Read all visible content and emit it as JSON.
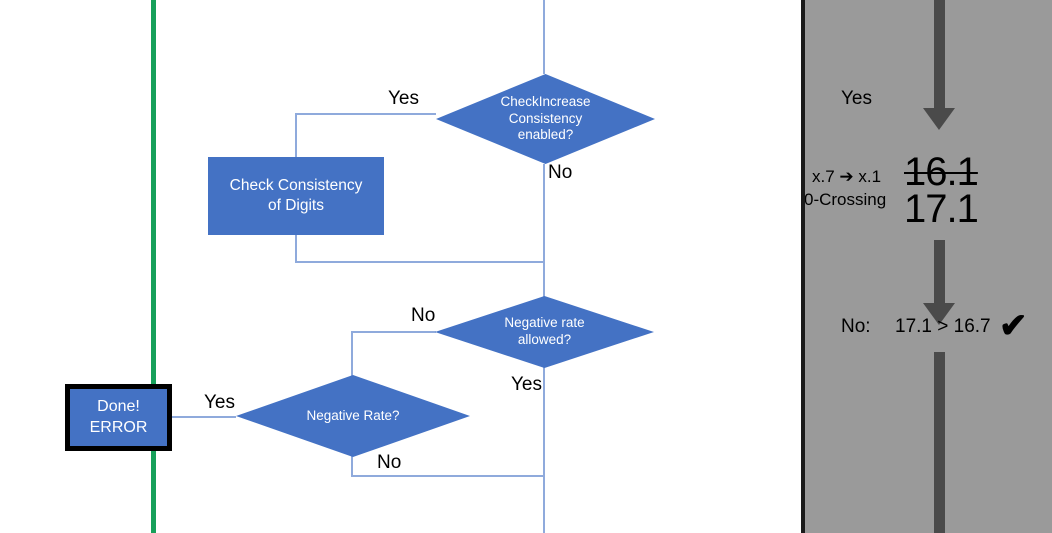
{
  "flowchart": {
    "decisions": [
      {
        "id": "check-increase-consistency",
        "lines": [
          "CheckIncrease",
          "Consistency",
          "enabled?"
        ]
      },
      {
        "id": "negative-rate-allowed",
        "lines": [
          "Negative rate",
          "allowed?"
        ]
      },
      {
        "id": "negative-rate",
        "lines": [
          "Negative Rate?"
        ]
      }
    ],
    "processes": [
      {
        "id": "check-consistency-of-digits",
        "lines": [
          "Check Consistency",
          "of Digits"
        ]
      },
      {
        "id": "done-error",
        "lines": [
          "Done!",
          "ERROR"
        ]
      }
    ],
    "edge_labels": {
      "consistency_yes": "Yes",
      "consistency_no": "No",
      "negative_allowed_no": "No",
      "negative_allowed_yes": "Yes",
      "negative_rate_yes": "Yes",
      "negative_rate_no": "No"
    },
    "colors": {
      "shape_fill": "#4472C4",
      "connector": "#8FAADC",
      "divider": "#17A05A",
      "shape_text": "#FFFFFF",
      "outline": "#000000"
    }
  },
  "right_panel": {
    "background": "#9A9A9A",
    "arrow_color": "#4A4A4A",
    "yes_label": "Yes",
    "rule_label": "x.7 ➔ x.1",
    "zero_crossing_label": "0-Crossing",
    "value_struck": "16.1",
    "value_current": "17.1",
    "no_label": "No:",
    "comparison": "17.1 > 16.7",
    "check_glyph": "✔"
  }
}
